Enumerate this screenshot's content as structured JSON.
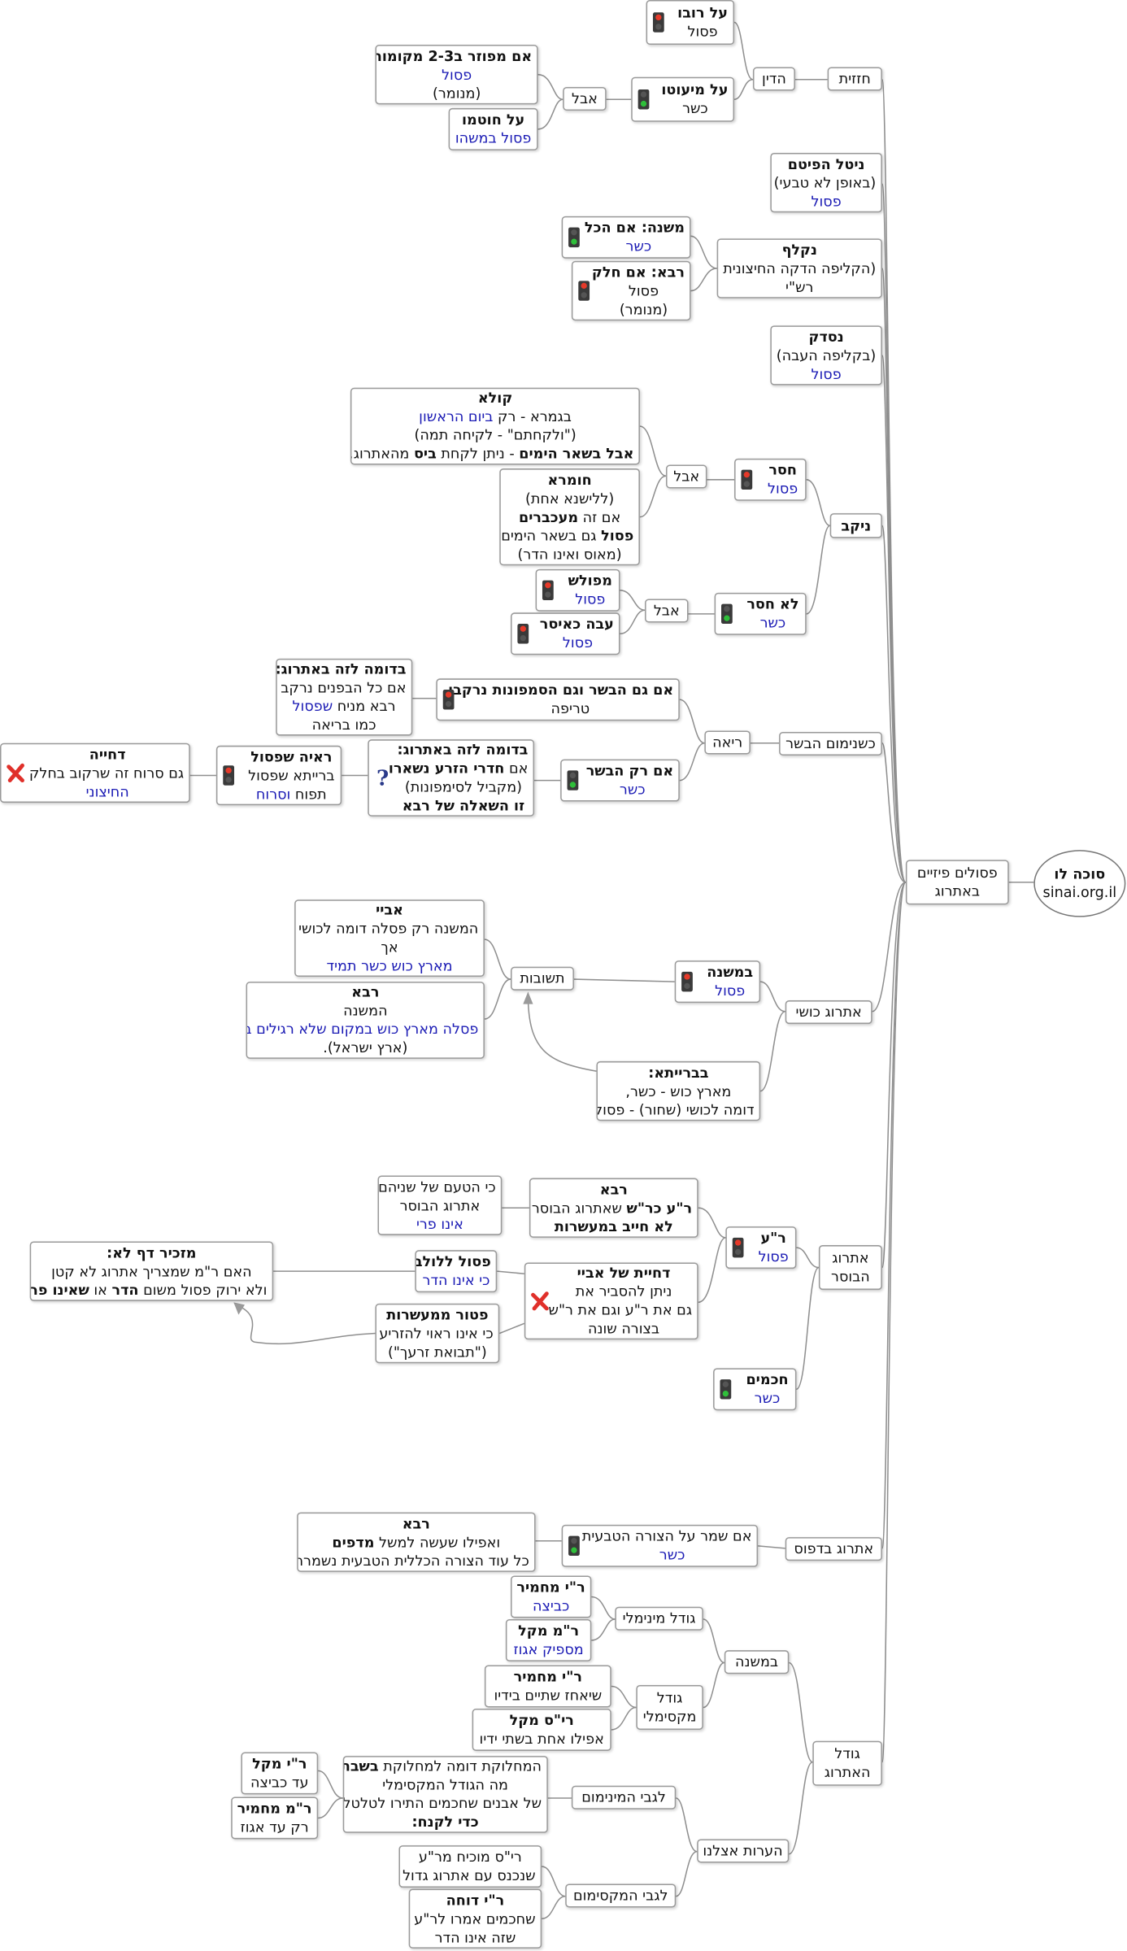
{
  "colors": {
    "link": "#8f8f8f",
    "accent_text": "#1a1ab4",
    "light_red": "#e63a2a",
    "light_green": "#2fbf3a",
    "x_red": "#e0302a",
    "question": "#2a3a8a"
  },
  "nodes": {
    "root": [
      "סוכה לו",
      "sinai.org.il"
    ],
    "physical": [
      "פסולים פיזיים",
      "באתרוג"
    ],
    "chazazit": "חזזית",
    "hadin": "הדין",
    "al_rubo": [
      "על רובו",
      "פסול"
    ],
    "al_miuto": [
      "על מיעוטו",
      "כשר"
    ],
    "aval1": "אבל",
    "mefuzar": [
      "אם מפוזר ב2-3 מקומות",
      "פסול",
      "(מנומר)"
    ],
    "chotmo": [
      "על חוטמו",
      "פסול במשהו"
    ],
    "nitel": [
      "ניטל הפיטם",
      "(באופן לא טבעי)",
      "פסול"
    ],
    "niklaf": [
      "נקלף",
      "(הקליפה הדקה החיצונית",
      "רש\"י"
    ],
    "mishna_kol": [
      "משנה: אם הכל",
      "כשר"
    ],
    "rava_chelek": [
      "רבא: אם חלק",
      "פסול",
      "(מנומר)"
    ],
    "nisdak": [
      "נסדק",
      "(בקליפה העבה)",
      "פסול"
    ],
    "nikuv": "ניקב",
    "chaser": [
      "חסר",
      "פסול"
    ],
    "aval2": "אבל",
    "kula": {
      "title": "קולא",
      "l1a": "בגמרא - רק ",
      "l1b": "ביום הראשון",
      "l2": "(\"ולקחתם\" - לקיחה תמה)",
      "l3a": "אבל בשאר הימים",
      "l3b": "  - ניתן לקחת ",
      "l3c": "ביס",
      "l3d": " מהאתרוג."
    },
    "chumra": {
      "title": "חומרא",
      "l1": "(ללישנא אחת)",
      "l2a": "אם זה ",
      "l2b": "מעכברים",
      "l3a": "פסול",
      "l3b": " גם בשאר הימים",
      "l4": "(מאוס ואינו הדר)"
    },
    "lo_chaser": [
      "לא חסר",
      "כשר"
    ],
    "aval3": "אבל",
    "mefulash": [
      "מפולש",
      "פסול"
    ],
    "ava_kaisar": [
      "עבה כאיסר",
      "פסול"
    ],
    "shinui_basar": "כשנימום הבשר",
    "reia": "ריאה",
    "basar_ve": [
      "אם גם הבשר וגם הסמפונות נרקבו",
      "טריפה"
    ],
    "domeh1": [
      "בדומה לזה באתרוג:",
      "אם כל הבפנים נרקב",
      "רבא מניח ",
      "שפסול",
      "כמו בריאה"
    ],
    "rak_basar": [
      "אם רק הבשר",
      "כשר"
    ],
    "domeh2": [
      "בדומה לזה באתרוג:",
      "אם ",
      "חדרי הזרע נשארו",
      "(מקביל לסימפונות)",
      "זו השאלה של רבא"
    ],
    "reia_shepasul": [
      "ראיה שפסול",
      "ברייתא שפסול",
      "תפוח ",
      "וסרוח"
    ],
    "dchiya1": [
      "דחייה",
      "גם סרוח זה שרקוב בחלק",
      "החיצוני"
    ],
    "kushi": "אתרוג כושי",
    "mishna_kushi": [
      "במשנה",
      "פסול"
    ],
    "tshuvot": "תשובות",
    "abaye": [
      "אביי",
      "המשנה רק פסלה דומה לכושי",
      "אך",
      "מארץ כוש כשר תמיד"
    ],
    "rava_kushi": [
      "רבא",
      "המשנה",
      "פסלה מארץ כוש במקום שלא רגילים בו",
      "(ארץ ישראל)."
    ],
    "braita_kushi": [
      "בברייתא:",
      "מארץ כוש - כשר,",
      "דומה לכושי (שחור) - פסול"
    ],
    "habosser": [
      "אתרוג",
      "הבוסר"
    ],
    "ra": [
      "ר\"ע",
      "פסול"
    ],
    "rava_bosser": [
      "רבא",
      "ר\"ע כר\"ש",
      " שאתרוג הבוסר",
      "לא חייב במעשרות"
    ],
    "taam": [
      "כי הטעם של שניהם",
      "אתרוג הבוסר",
      "אינו פרי"
    ],
    "dchiya_abaye": [
      "דחיית של אביי",
      "ניתן להסביר את",
      "גם את ר\"ע וגם את ר\"ש",
      "בצורה שונה"
    ],
    "lulav": [
      "פסול ללולב",
      "כי אינו הדר"
    ],
    "maasrot": [
      "פטור ממעשרות",
      "כי אינו ראוי להזריע",
      "(\"תבואת זרעך\")"
    ],
    "mazkir": {
      "title": "מזכיר דף לא:",
      "l1": "האם ר\"מ שמצריך אתרוג לא קטן",
      "l2a": "ולא ירוק פסול משום ",
      "l2b": "הדר",
      "l2c": "  או ",
      "l2d": "שאינו פרי"
    },
    "chachamim": [
      "חכמים",
      "כשר"
    ],
    "dfus": "אתרוג בדפוס",
    "tzura": [
      "אם שמר על הצורה הטבעית",
      "כשר"
    ],
    "rava_dfus": {
      "title": "רבא",
      "l1a": "ואפילו שעשה למשל ",
      "l1b": "מדפים",
      "l2": "כל עוד הצורה הכללית הטבעית נשמרה"
    },
    "godel": [
      "גודל",
      "האתרוג"
    ],
    "bamishna": "במשנה",
    "godel_min": "גודל מינימלי",
    "ry_mechamir1": [
      "ר\"י מחמיר",
      "כביצה"
    ],
    "rm_mekil": [
      "ר\"מ מקל",
      "מספיק אגוז"
    ],
    "godel_max": [
      "גודל",
      "מקסימלי"
    ],
    "ry_mechamir2": [
      "ר\"י מחמיר",
      "שיאחז שתיים בידיו"
    ],
    "rs_mekil": [
      "רי\"ס מקל",
      "אפילו אחת בשתי ידיו"
    ],
    "hearot": "הערות אצלנו",
    "lagabei_min": "לגבי המינימום",
    "machloket": {
      "l1a": "המחלוקת דומה למחלוקת ",
      "l1b": "בשבת",
      "l2": "מה הגודל המקסימלי",
      "l3": "של אבנים שחכמים התירו לטלטל",
      "l4": "כדי לקנח:"
    },
    "ry_mekil": [
      "ר\"י מקל",
      "עד כביצה"
    ],
    "rm_mechamir": [
      "ר\"מ מחמיר",
      "רק עד אגוז"
    ],
    "lagabei_max": "לגבי המקסימום",
    "rs_mochiach": [
      "רי\"ס מוכיח מר\"ע",
      "שנכנס עם אתרוג גדול"
    ],
    "ry_docheh": [
      "ר\"י דוחה",
      "שחכמים אמרו לר\"ע",
      "שזה אינו הדר"
    ]
  }
}
